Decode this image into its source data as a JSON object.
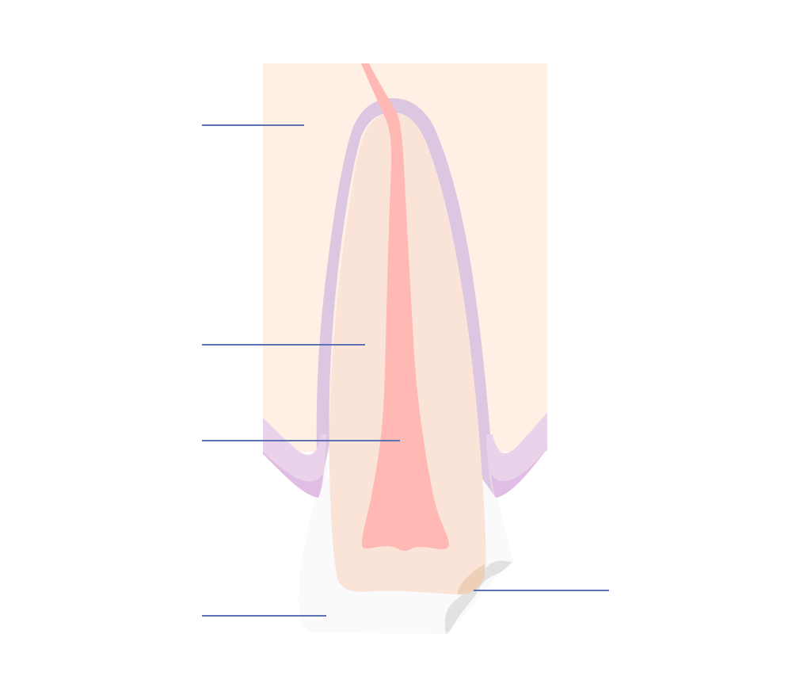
{
  "diagram": {
    "subject": "tooth-cross-section",
    "colors": {
      "bone": "#fff0e6",
      "periodontal_ligament": "#ddc6e1",
      "gum": "#ead3ea",
      "gum_shadow": "#e0bde2",
      "dentin": "#f9e4d7",
      "pulp": "#ffb8b3",
      "enamel": "#fafafa",
      "decay": "#e2e2e2",
      "decay_overlap": "#eecfb7",
      "leader_line": "#5e71b3"
    },
    "labels": [
      {
        "id": "label-bone",
        "text": ""
      },
      {
        "id": "label-root",
        "text": ""
      },
      {
        "id": "label-pulp",
        "text": ""
      },
      {
        "id": "label-enamel",
        "text": ""
      },
      {
        "id": "label-decay",
        "text": ""
      }
    ]
  }
}
